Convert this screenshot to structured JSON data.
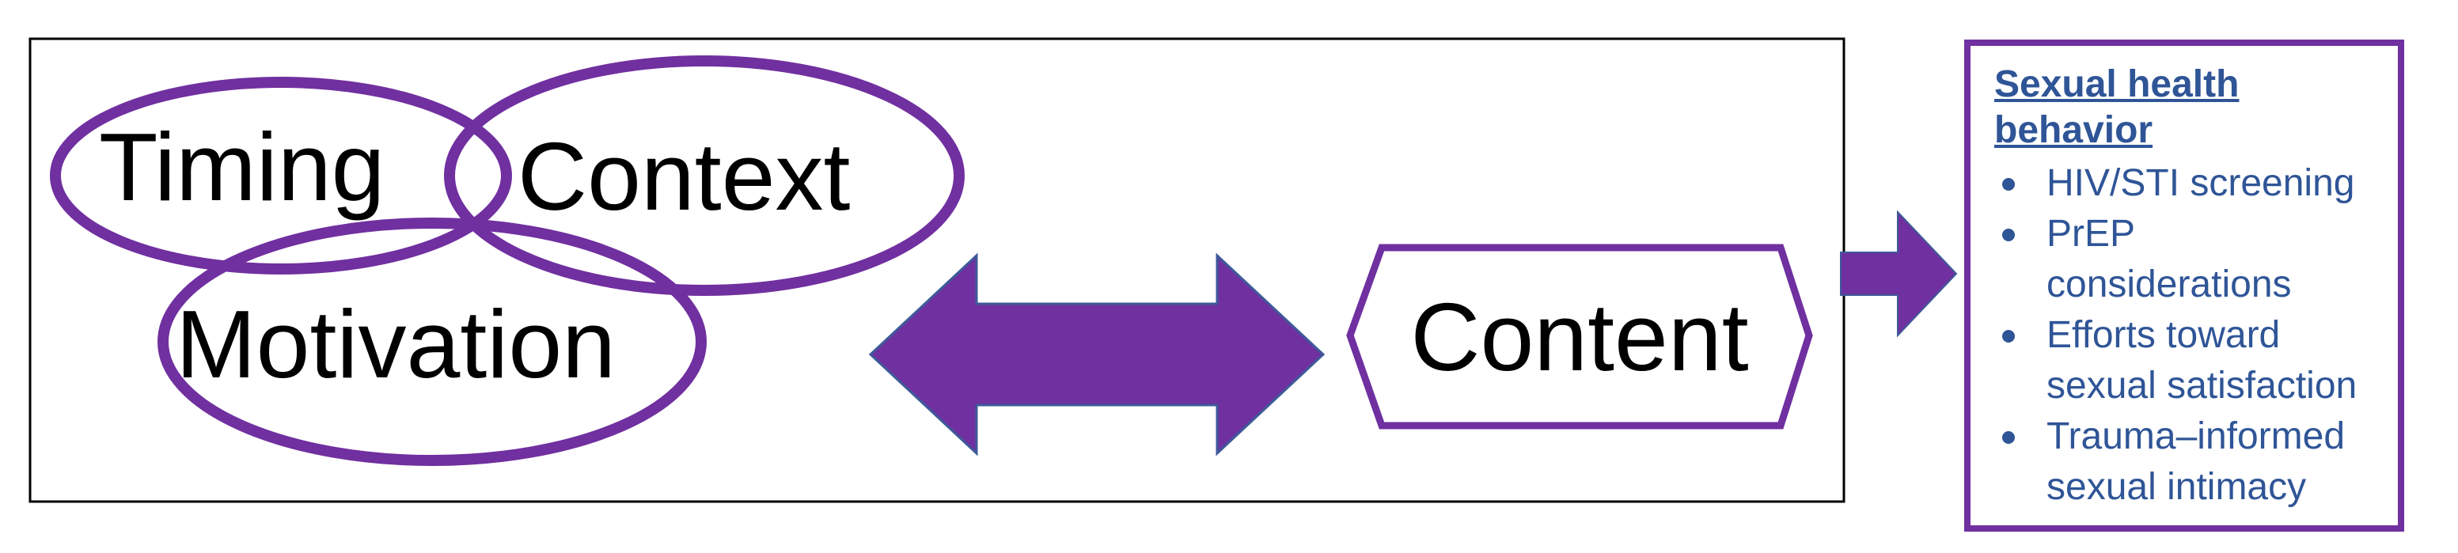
{
  "diagram": {
    "circles": {
      "timing": "Timing",
      "context": "Context",
      "motivation": "Motivation"
    },
    "content_label": "Content",
    "outcome": {
      "title_line1": "Sexual health",
      "title_line2": "behavior",
      "items": [
        {
          "line1": "HIV/STI screening",
          "line2": ""
        },
        {
          "line1": "PrEP",
          "line2": "considerations"
        },
        {
          "line1": "Efforts toward",
          "line2": "sexual satisfaction"
        },
        {
          "line1": "Trauma–informed",
          "line2": "sexual intimacy"
        }
      ]
    },
    "colors": {
      "purple": "#7030a0",
      "arrow_outline": "#3d5a99",
      "text_blue": "#2f5597",
      "text_black": "#000000",
      "frame": "#000000"
    }
  }
}
